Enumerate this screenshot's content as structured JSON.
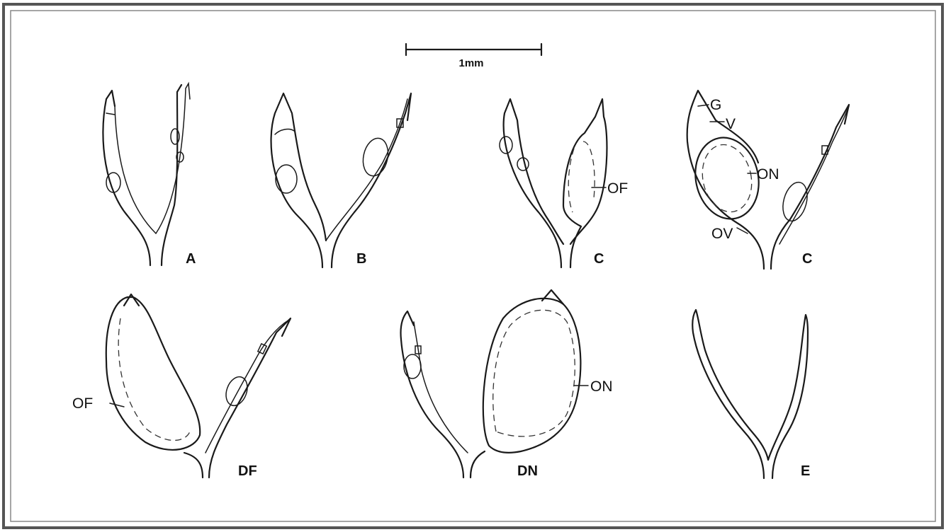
{
  "scale_bar": {
    "label": "1mm"
  },
  "panels": {
    "a": "A",
    "b": "B",
    "c1": "C",
    "c2": "C",
    "df": "DF",
    "dn": "DN",
    "e": "E"
  },
  "callouts": {
    "of_c": "OF",
    "g": "G",
    "v": "V",
    "on_c": "ON",
    "ov": "OV",
    "of_df": "OF",
    "on_dn": "ON"
  }
}
